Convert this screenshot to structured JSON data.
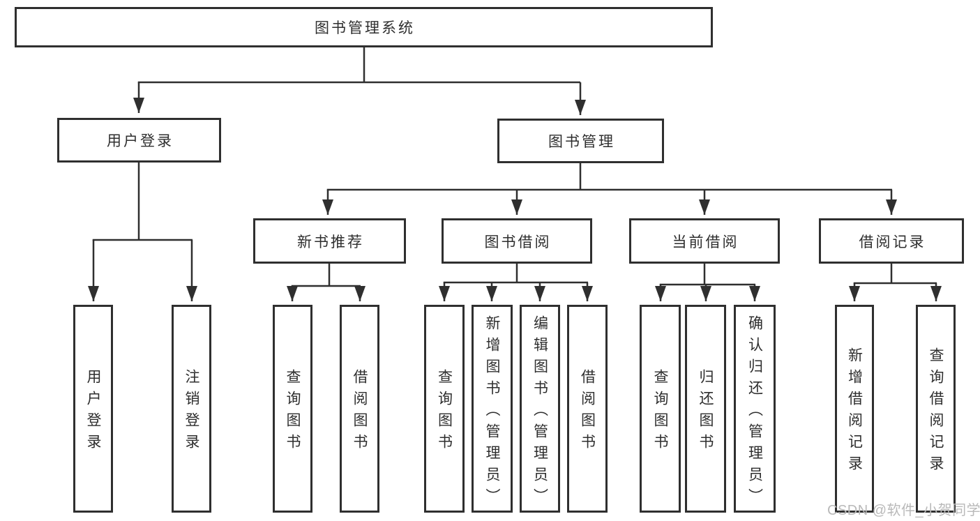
{
  "diagram": {
    "title": "图书管理系统",
    "tree": {
      "root": {
        "label": "图书管理系统",
        "children": [
          {
            "label": "用户登录",
            "children": [
              {
                "label": "用户登录"
              },
              {
                "label": "注销登录"
              }
            ]
          },
          {
            "label": "图书管理",
            "children": [
              {
                "label": "新书推荐",
                "children": [
                  {
                    "label": "查询图书"
                  },
                  {
                    "label": "借阅图书"
                  }
                ]
              },
              {
                "label": "图书借阅",
                "children": [
                  {
                    "label": "查询图书"
                  },
                  {
                    "label": "新增图书（管理员）"
                  },
                  {
                    "label": "编辑图书（管理员）"
                  },
                  {
                    "label": "借阅图书"
                  }
                ]
              },
              {
                "label": "当前借阅",
                "children": [
                  {
                    "label": "查询图书"
                  },
                  {
                    "label": "归还图书"
                  },
                  {
                    "label": "确认归还（管理员）"
                  }
                ]
              },
              {
                "label": "借阅记录",
                "children": [
                  {
                    "label": "新增借阅记录"
                  },
                  {
                    "label": "查询借阅记录"
                  }
                ]
              }
            ]
          }
        ]
      }
    }
  },
  "watermark": {
    "text": "CSDN @软件_小贺同学"
  },
  "colors": {
    "line": "#2f2f2f",
    "text": "#2e2e2e",
    "watermark": "#b9b9b9",
    "background": "#ffffff"
  }
}
